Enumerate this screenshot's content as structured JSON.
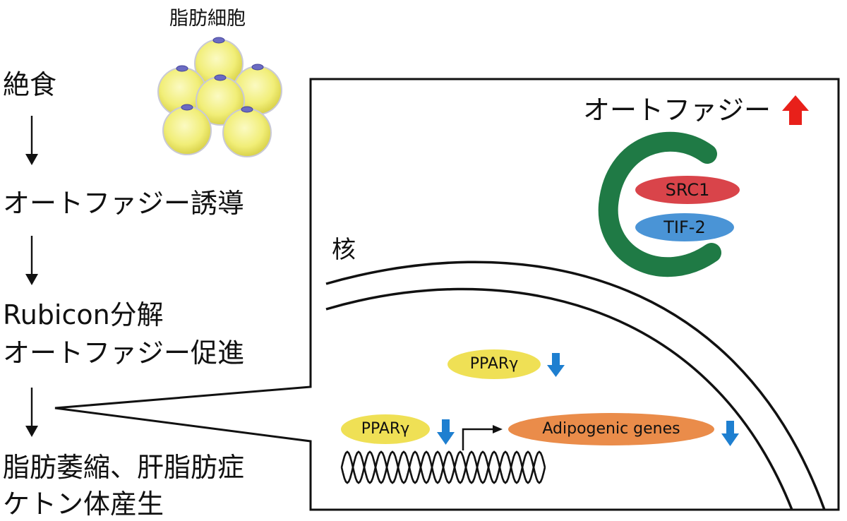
{
  "flow": {
    "step1": "絶食",
    "step2": "オートファジー誘導",
    "step3_line1": "Rubicon分解",
    "step3_line2": "オートファジー促進",
    "step4_line1": "脂肪萎縮、肝脂肪症",
    "step4_line2": "ケトン体産生"
  },
  "cells": {
    "label": "脂肪細胞"
  },
  "detail": {
    "autophagy_label": "オートファジー",
    "autophagy_trend": "up",
    "nucleus_label": "核",
    "src1": "SRC1",
    "tif2": "TIF-2",
    "ppar_cytoplasm": "PPARγ",
    "ppar_dna": "PPARγ",
    "gene_label": "Adipogenic genes",
    "colors": {
      "up_arrow": "#e8201a",
      "down_arrow": "#1e7fd0",
      "autophagosome": "#1f7a45",
      "src1": "#d9444a",
      "tif2": "#4a94d6",
      "ppar": "#efe055",
      "genes": "#ea8c4a",
      "cell": "#f2ef7a"
    }
  }
}
